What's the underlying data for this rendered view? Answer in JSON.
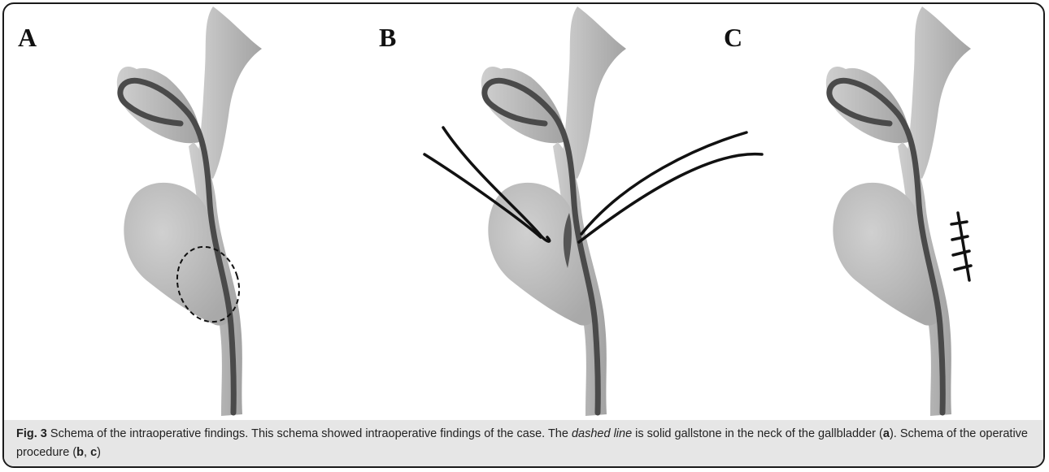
{
  "figure": {
    "panels": [
      {
        "letter": "A",
        "annotation": "dashed-outline-gallstone"
      },
      {
        "letter": "B",
        "annotation": "incision-with-retractors"
      },
      {
        "letter": "C",
        "annotation": "sutured-incision"
      }
    ],
    "colors": {
      "organ_fill": "#b9b9b9",
      "duct_line": "#4a4a4a",
      "ink": "#111111",
      "caption_band": "#e6e6e6"
    }
  },
  "caption": {
    "label": "Fig. 3",
    "text_1": " Schema of the intraoperative findings. This schema showed intraoperative findings of the case. The ",
    "emphasis": "dashed line",
    "text_2": " is solid gallstone in the neck of the gallbladder (",
    "ref_a": "a",
    "text_3": "). Schema of the operative procedure (",
    "ref_b": "b",
    "sep": ", ",
    "ref_c": "c",
    "text_4": ")"
  }
}
